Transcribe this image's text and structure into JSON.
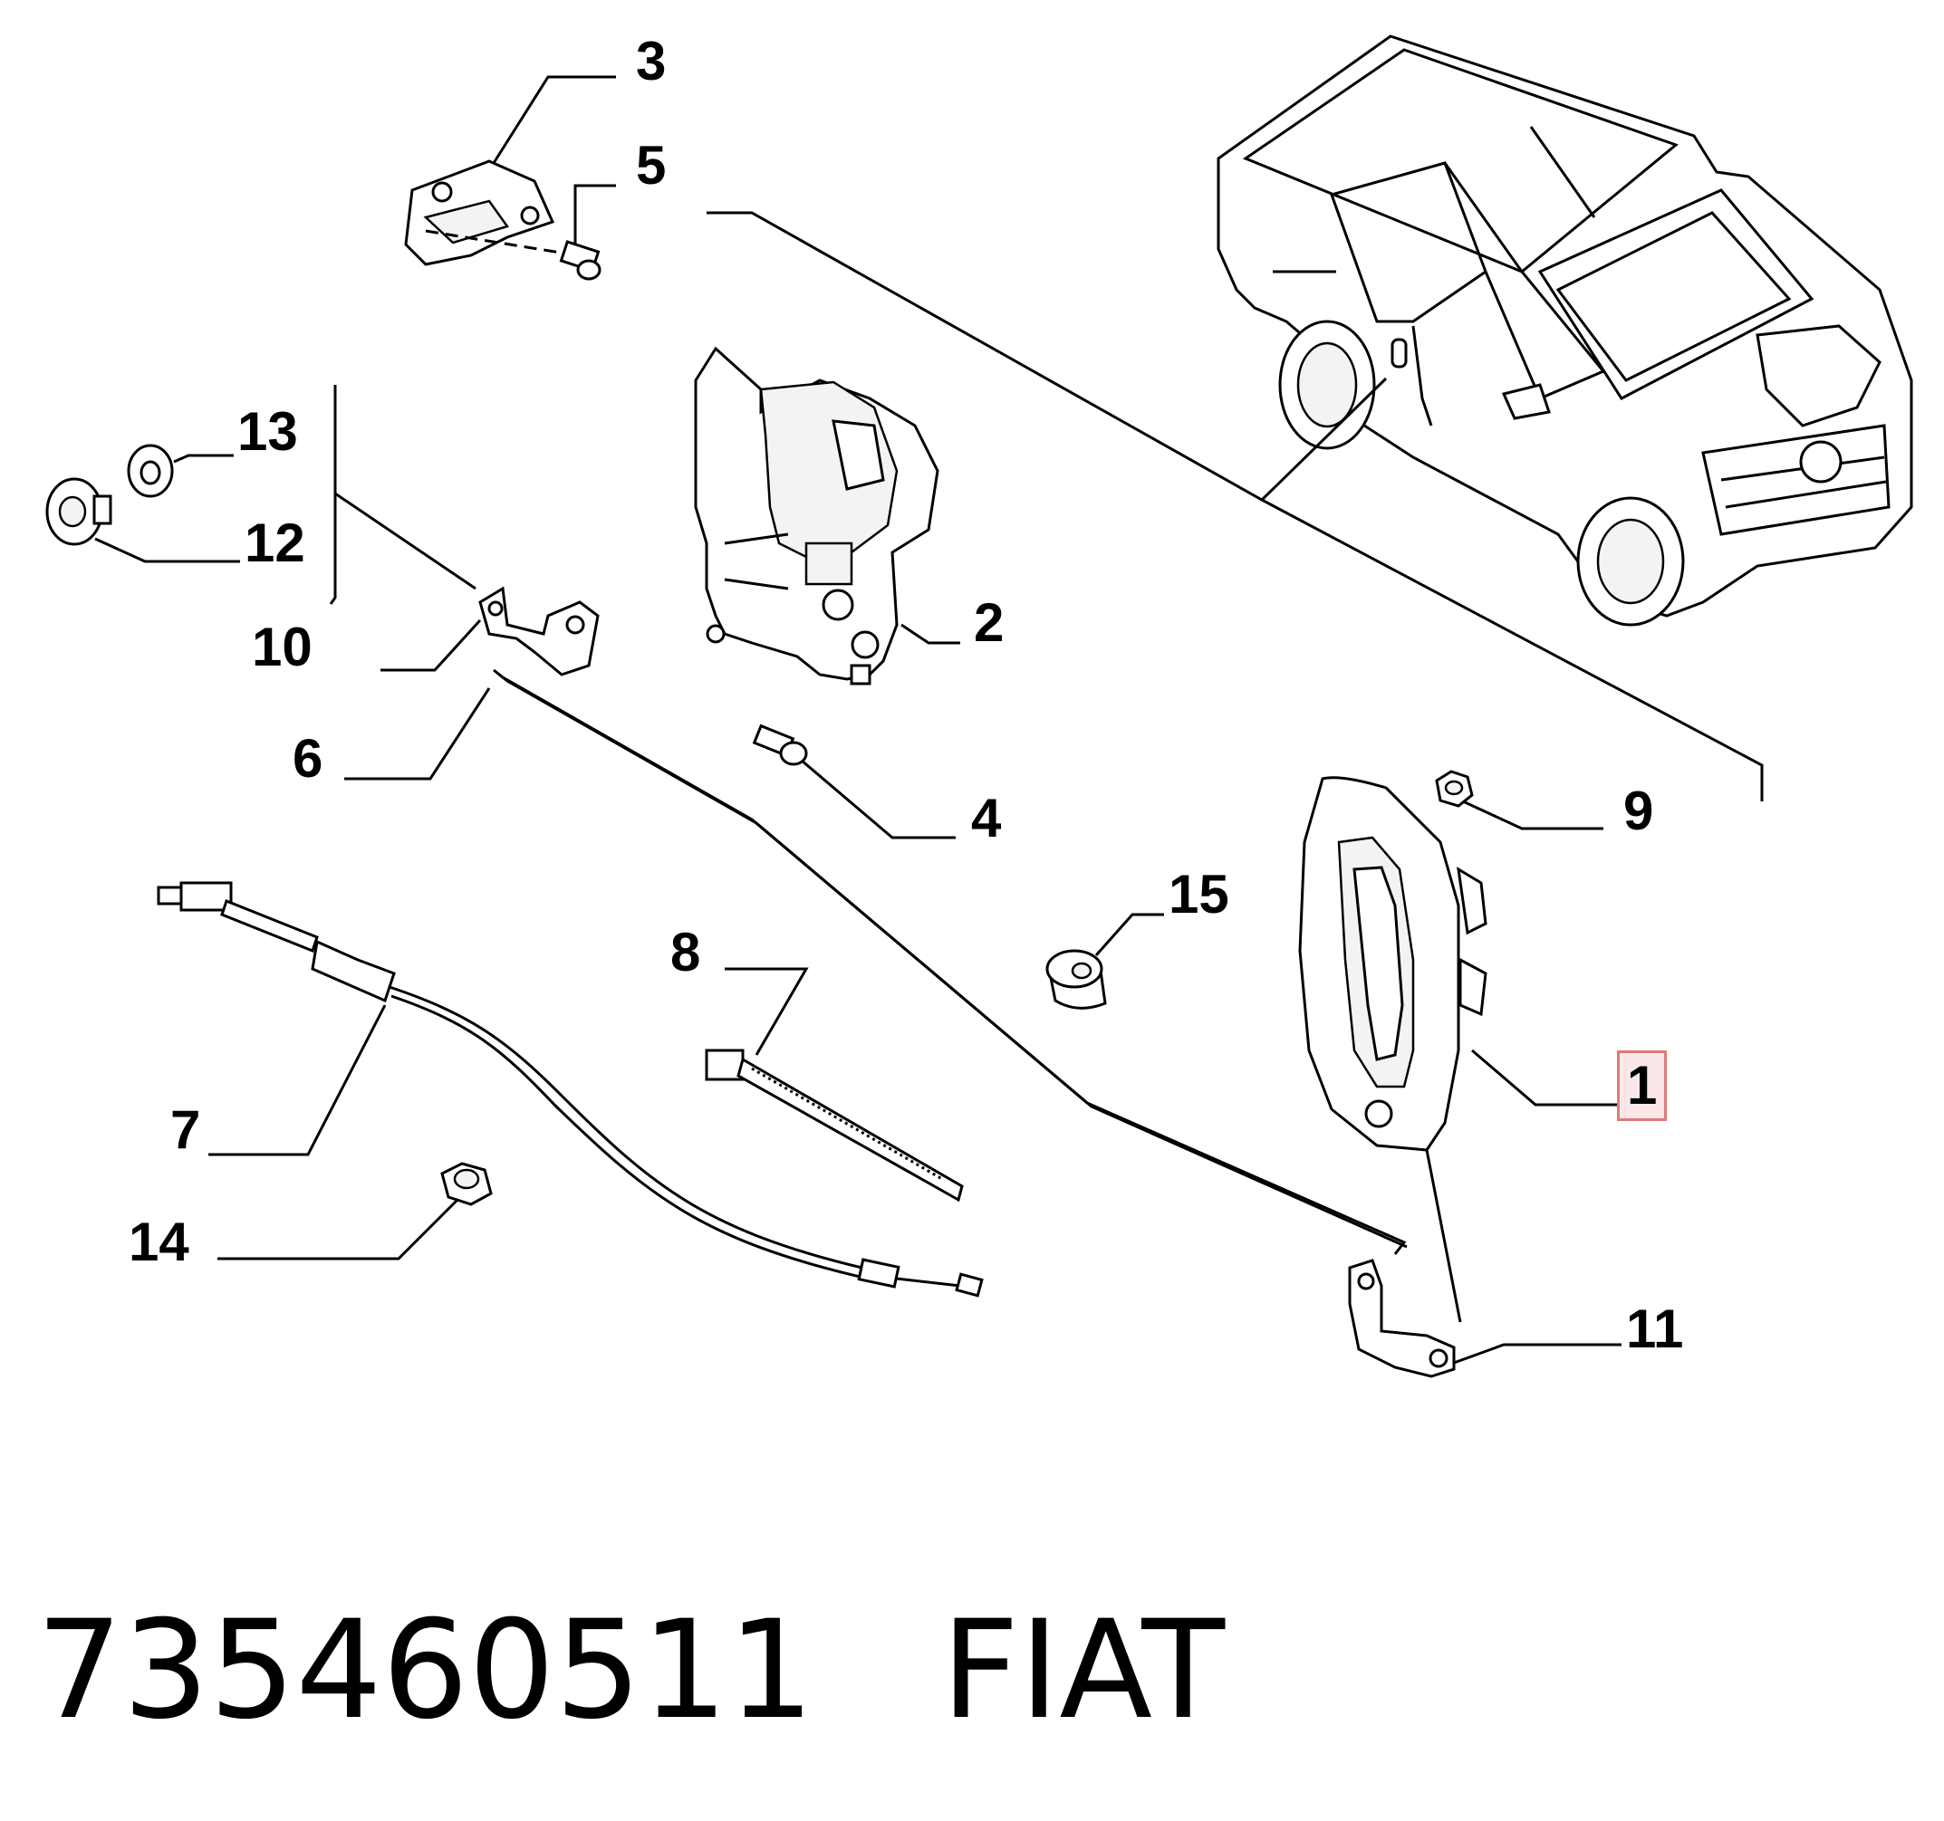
{
  "callouts": {
    "c1": "1",
    "c2": "2",
    "c3": "3",
    "c4": "4",
    "c5": "5",
    "c6": "6",
    "c7": "7",
    "c8": "8",
    "c9": "9",
    "c10": "10",
    "c11": "11",
    "c12": "12",
    "c13": "13",
    "c14": "14",
    "c15": "15"
  },
  "highlight_color": "#e07a7a",
  "footer": {
    "part_number": "735460511",
    "brand": "FIAT"
  }
}
